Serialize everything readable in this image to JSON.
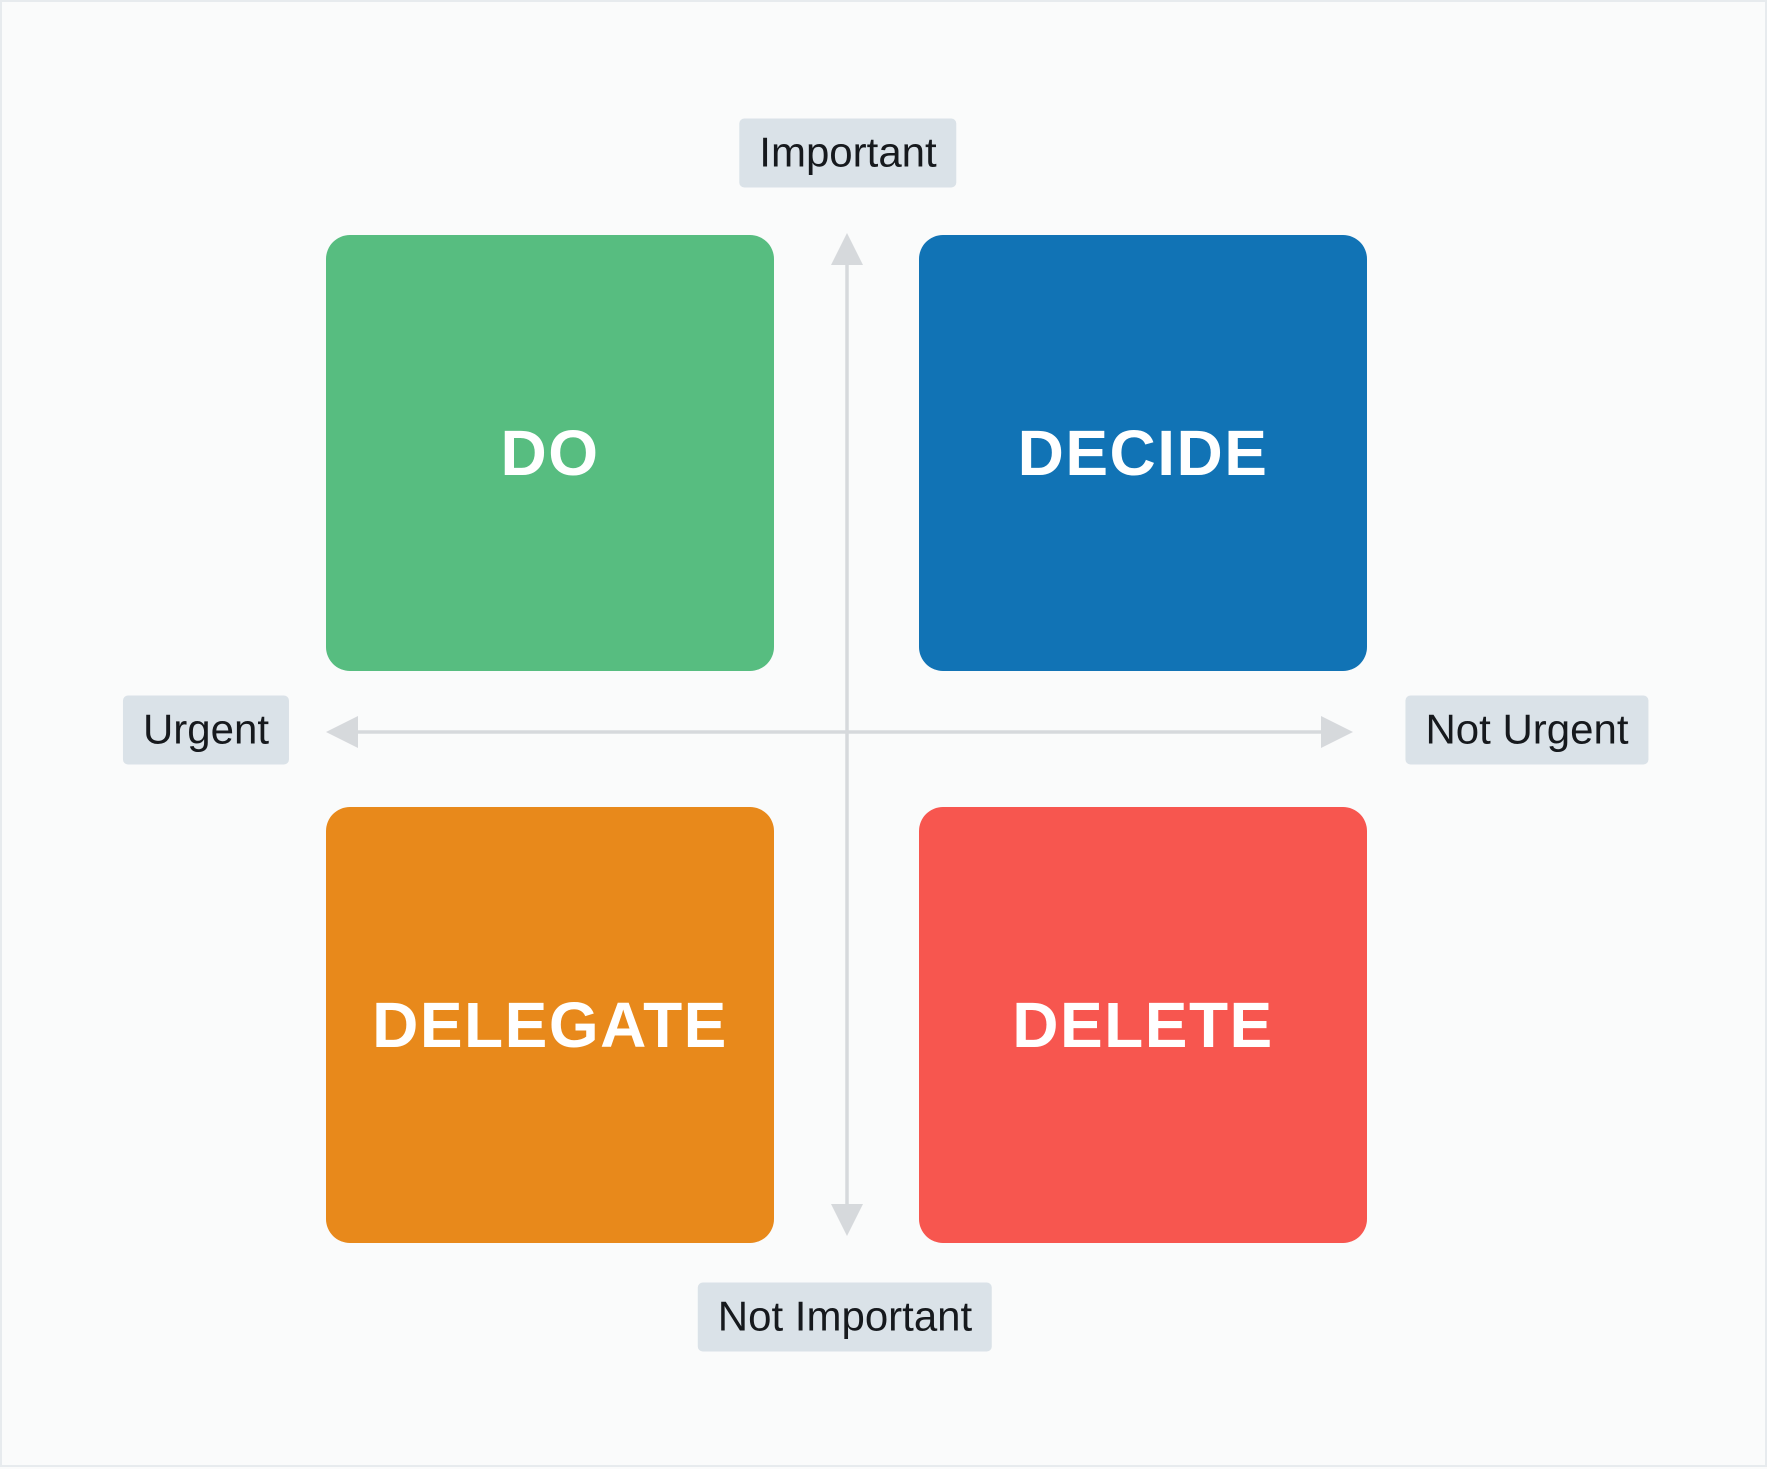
{
  "axes": {
    "top_label": "Important",
    "bottom_label": "Not Important",
    "left_label": "Urgent",
    "right_label": "Not Urgent"
  },
  "quadrants": [
    {
      "id": "do",
      "label": "DO",
      "color": "#57BD80",
      "position": "top-left"
    },
    {
      "id": "decide",
      "label": "DECIDE",
      "color": "#1173B5",
      "position": "top-right"
    },
    {
      "id": "delegate",
      "label": "DELEGATE",
      "color": "#E8891B",
      "position": "bottom-left"
    },
    {
      "id": "delete",
      "label": "DELETE",
      "color": "#F7564F",
      "position": "bottom-right"
    }
  ],
  "colors": {
    "background": "#FAFBFB",
    "border": "#E7EBEE",
    "axis_arrow": "#D6D9DC",
    "label_background": "#DAE2E8",
    "label_text": "#16191D",
    "quadrant_text": "#FFFFFF"
  }
}
